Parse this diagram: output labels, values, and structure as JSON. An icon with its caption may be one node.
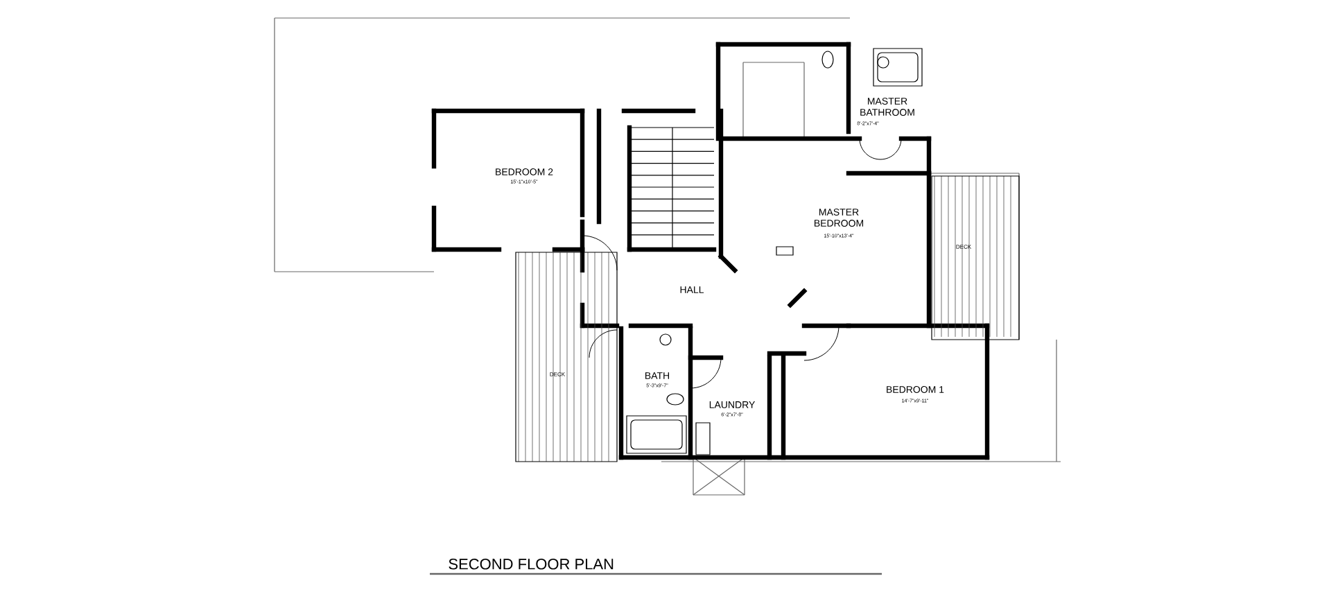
{
  "diagram": {
    "title": "SECOND FLOOR PLAN",
    "labels": [
      "MASTER BATHROOM",
      "8'-2\"x7'-4\"",
      "BEDROOM 2",
      "15'-1\"x10'-5\"",
      "MASTER BEDROOM",
      "15'-10\"x13'-4\"",
      "DECK",
      "HALL",
      "DECK",
      "BATH",
      "5'-3\"x9'-7\"",
      "BEDROOM 1",
      "14'-7\"x9'-11\"",
      "LAUNDRY",
      "6'-2\"x7'-8\""
    ]
  }
}
